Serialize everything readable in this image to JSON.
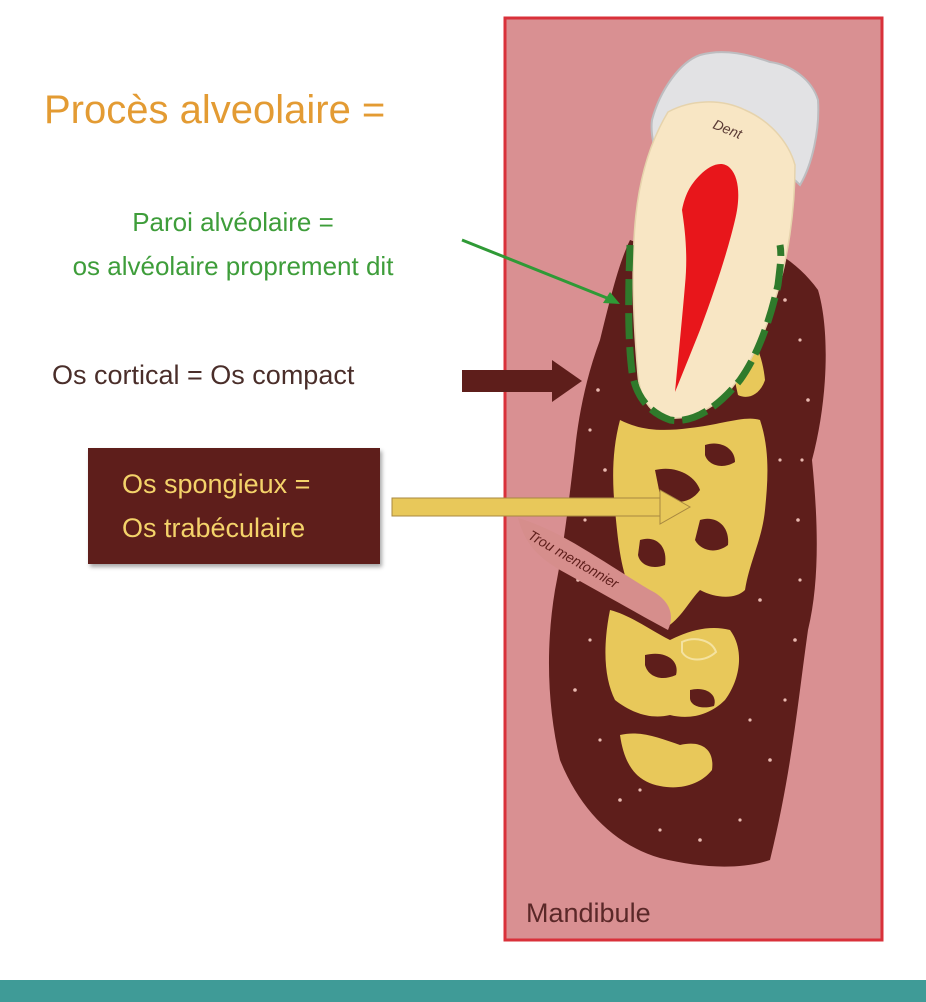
{
  "title": "Procès alveolaire =",
  "labels": {
    "paroi_line1": "Paroi alvéolaire =",
    "paroi_line2": "os alvéolaire proprement dit",
    "cortical": "Os cortical = Os compact",
    "spongy_line1": "Os spongieux =",
    "spongy_line2": "Os trabéculaire",
    "tooth": "Dent",
    "foramen": "Trou mentonnier",
    "mandible": "Mandibule"
  },
  "colors": {
    "title": "#E39B33",
    "alveolar_wall": "#3E9D3A",
    "cortical_bone": "#5E1E1B",
    "spongy_bone": "#E8C85A",
    "pulp": "#E8161B",
    "tooth": "#F8E6C4",
    "mandible_bg": "#D99092",
    "mandible_border": "#D9313A",
    "footer": "#3F9B97"
  }
}
